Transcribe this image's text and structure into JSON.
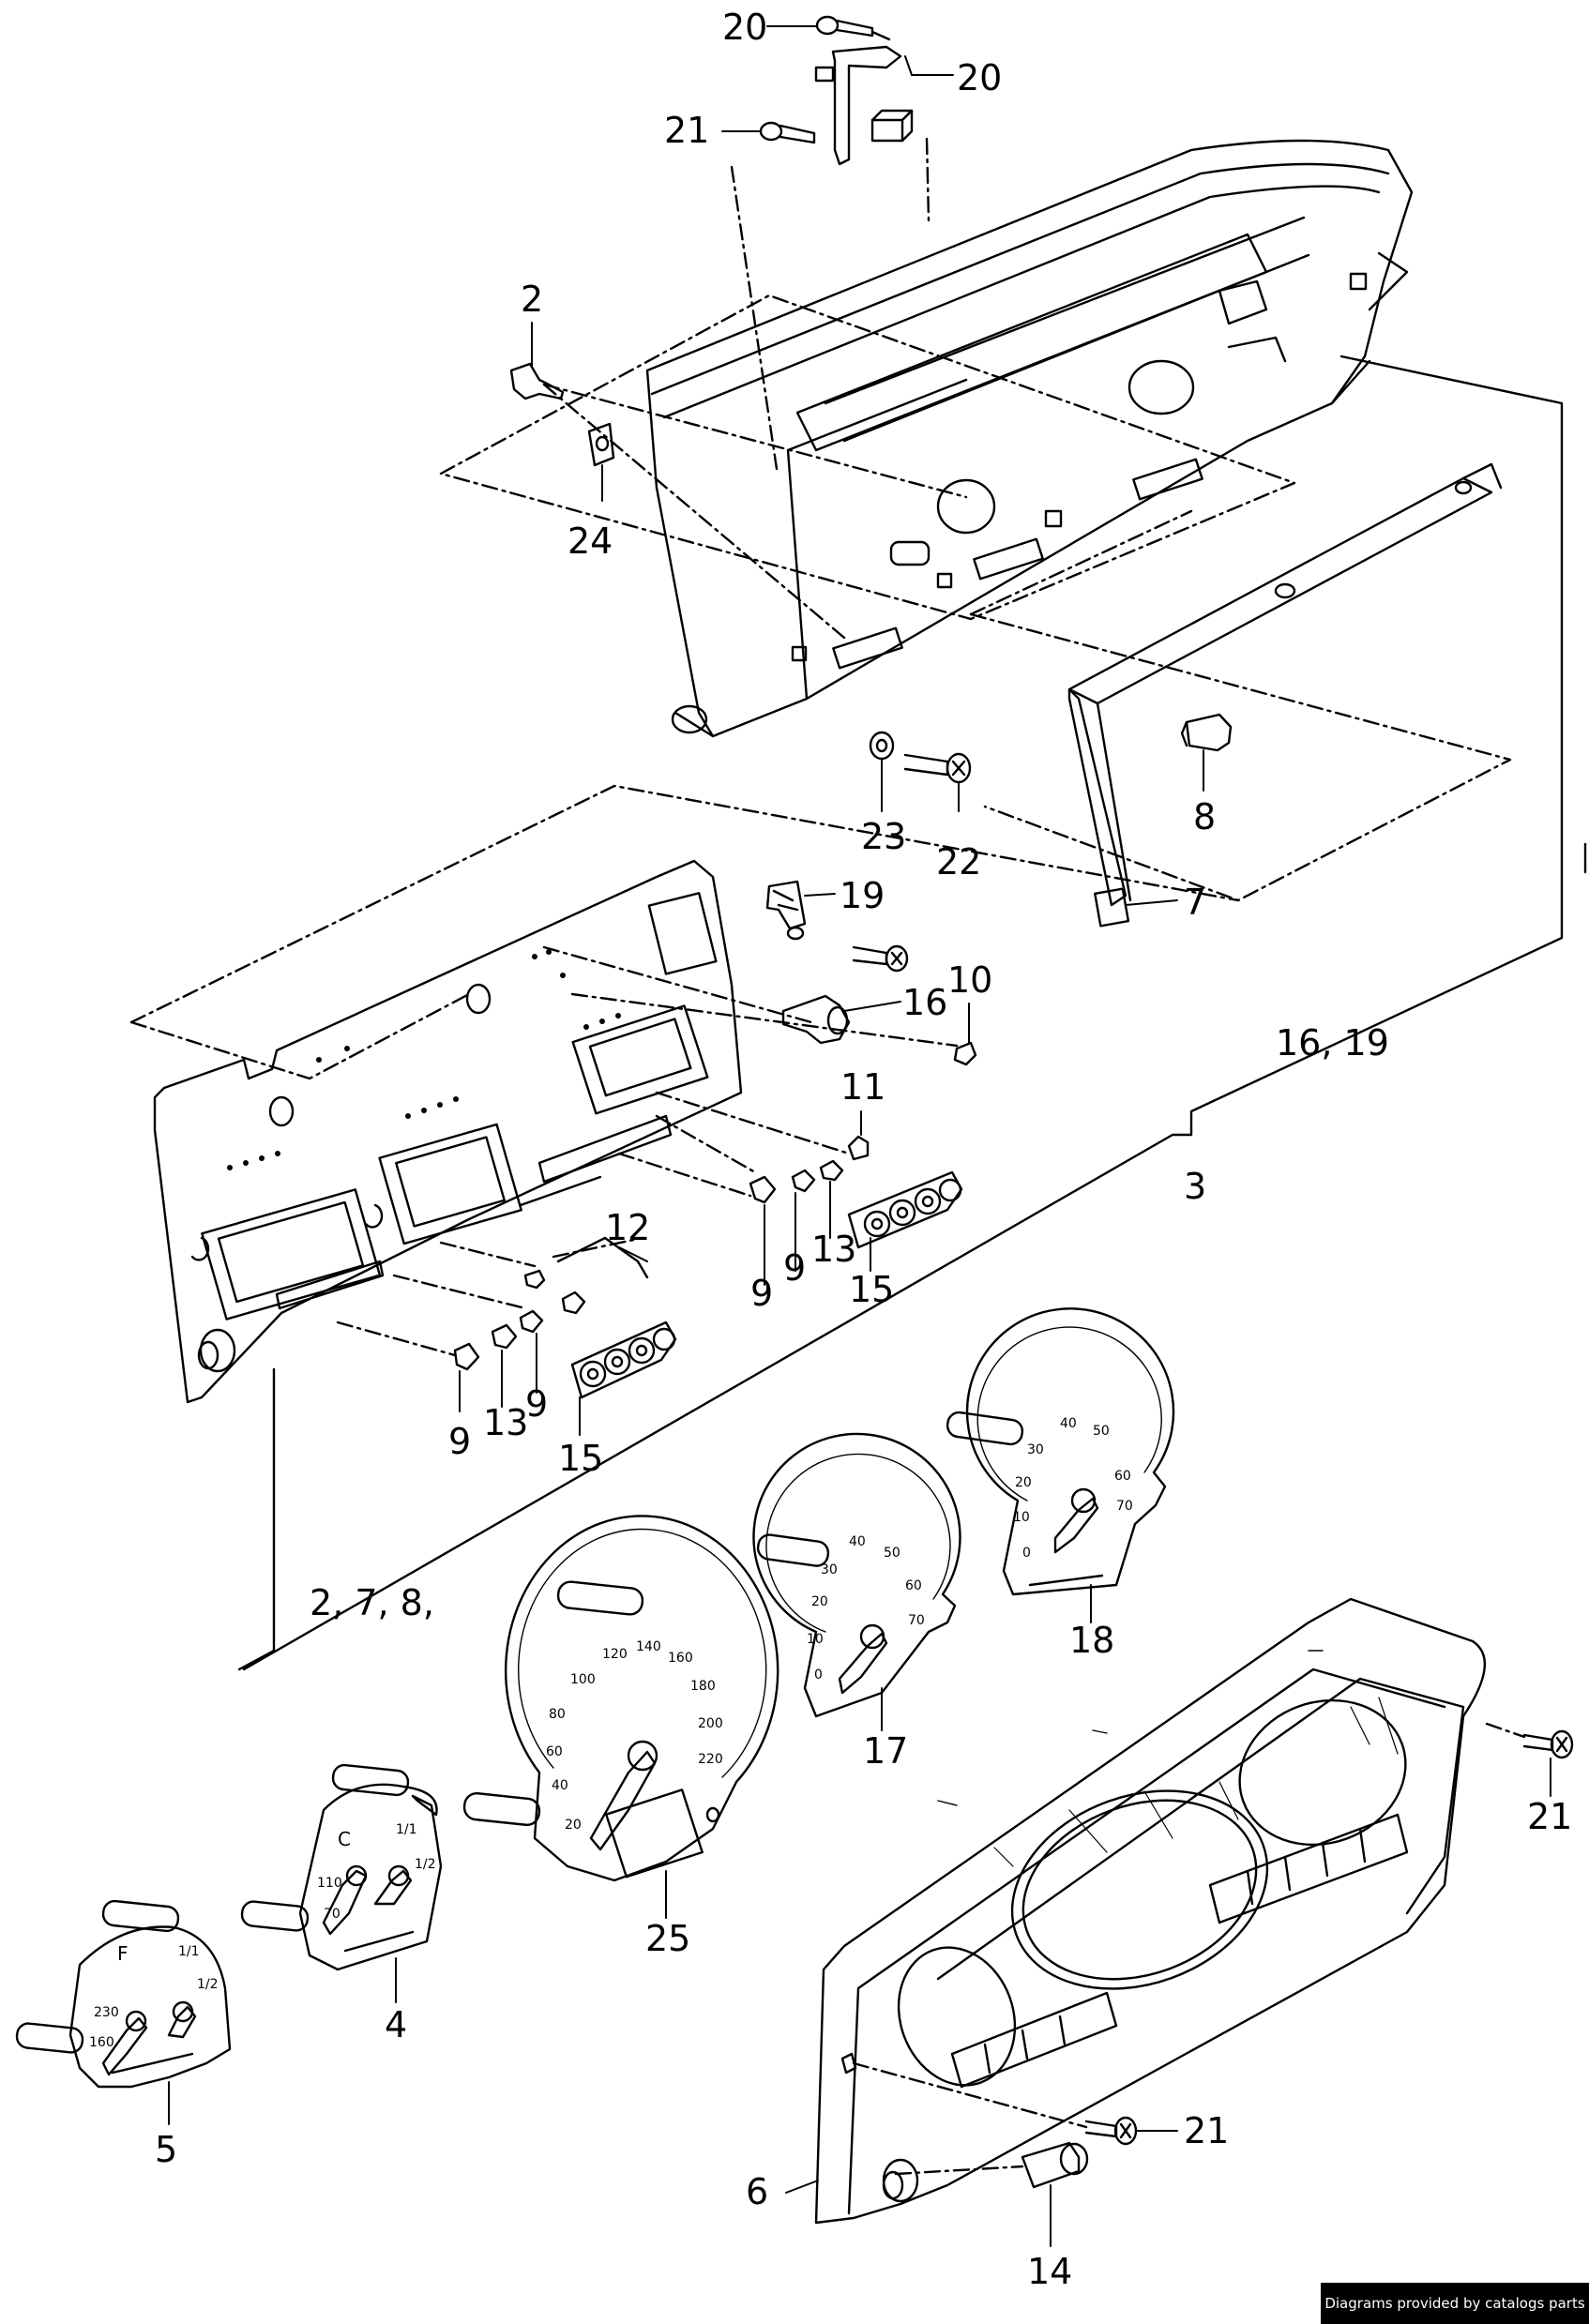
{
  "callouts": {
    "c20a": "20",
    "c20b": "20",
    "c21a": "21",
    "c2": "2",
    "c24": "24",
    "c23": "23",
    "c22": "22",
    "c8": "8",
    "c7": "7",
    "c19": "19",
    "c16": "16",
    "c10": "10",
    "c1619": "16, 19",
    "c3": "3",
    "c11": "11",
    "c12": "12",
    "c9a": "9",
    "c9b": "9",
    "c13a": "13",
    "c15a": "15",
    "c9c": "9",
    "c13b": "13",
    "c9d": "9",
    "c15b": "15",
    "c278": "2, 7, 8,",
    "c18": "18",
    "c17": "17",
    "c25": "25",
    "c4": "4",
    "c5": "5",
    "c21b": "21",
    "c21c": "21",
    "c6": "6",
    "c14": "14"
  },
  "gauges": {
    "g18": [
      "0",
      "10",
      "20",
      "30",
      "40",
      "50",
      "60",
      "70"
    ],
    "g17": [
      "0",
      "10",
      "20",
      "30",
      "40",
      "50",
      "60",
      "70"
    ],
    "g25": [
      "20",
      "40",
      "60",
      "80",
      "100",
      "120",
      "140",
      "160",
      "180",
      "200",
      "220"
    ],
    "g4": [
      "C",
      "70",
      "110",
      "1/2",
      "1/1"
    ],
    "g5": [
      "F",
      "160",
      "230",
      "1/2",
      "1/1"
    ]
  },
  "footer": {
    "credit": "Diagrams provided by catalogs parts"
  }
}
